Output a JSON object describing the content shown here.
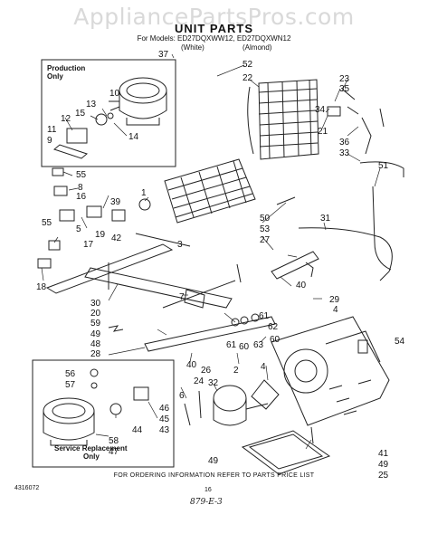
{
  "watermark": "AppliancePartsPros.com",
  "header": {
    "title": "UNIT PARTS",
    "models": "For Models: ED27DQXWW12, ED27DQXWN12",
    "variant_left": "(White)",
    "variant_right": "(Almond)"
  },
  "boxes": {
    "production": [
      "Production",
      "Only"
    ],
    "service": [
      "Service Replacement",
      "Only"
    ]
  },
  "callouts": [
    {
      "id": "c37",
      "text": "37"
    },
    {
      "id": "c52",
      "text": "52"
    },
    {
      "id": "c22",
      "text": "22"
    },
    {
      "id": "c23",
      "text": "23"
    },
    {
      "id": "c35",
      "text": "35"
    },
    {
      "id": "c10",
      "text": "10"
    },
    {
      "id": "c13",
      "text": "13"
    },
    {
      "id": "c15",
      "text": "15"
    },
    {
      "id": "c12",
      "text": "12"
    },
    {
      "id": "c34",
      "text": "34"
    },
    {
      "id": "c21",
      "text": "21"
    },
    {
      "id": "c11",
      "text": "11"
    },
    {
      "id": "c14",
      "text": "14"
    },
    {
      "id": "c36",
      "text": "36"
    },
    {
      "id": "c9",
      "text": "9"
    },
    {
      "id": "c33",
      "text": "33"
    },
    {
      "id": "c51",
      "text": "51"
    },
    {
      "id": "c55a",
      "text": "55"
    },
    {
      "id": "c8",
      "text": "8"
    },
    {
      "id": "c16",
      "text": "16"
    },
    {
      "id": "c39",
      "text": "39"
    },
    {
      "id": "c1",
      "text": "1"
    },
    {
      "id": "c31",
      "text": "31"
    },
    {
      "id": "c55b",
      "text": "55"
    },
    {
      "id": "c5",
      "text": "5"
    },
    {
      "id": "c17",
      "text": "17"
    },
    {
      "id": "c19",
      "text": "19"
    },
    {
      "id": "c42",
      "text": "42"
    },
    {
      "id": "c3",
      "text": "3"
    },
    {
      "id": "c50",
      "text": "50"
    },
    {
      "id": "c53",
      "text": "53"
    },
    {
      "id": "c27",
      "text": "27"
    },
    {
      "id": "c18",
      "text": "18"
    },
    {
      "id": "c7",
      "text": "7"
    },
    {
      "id": "c40a",
      "text": "40"
    },
    {
      "id": "c29",
      "text": "29"
    },
    {
      "id": "c4a",
      "text": "4"
    },
    {
      "id": "c30",
      "text": "30"
    },
    {
      "id": "c20",
      "text": "20"
    },
    {
      "id": "c59",
      "text": "59"
    },
    {
      "id": "c61a",
      "text": "61"
    },
    {
      "id": "c62",
      "text": "62"
    },
    {
      "id": "c49a",
      "text": "49"
    },
    {
      "id": "c48",
      "text": "48"
    },
    {
      "id": "c28",
      "text": "28"
    },
    {
      "id": "c61b",
      "text": "61"
    },
    {
      "id": "c60a",
      "text": "60"
    },
    {
      "id": "c63",
      "text": "63"
    },
    {
      "id": "c60b",
      "text": "60"
    },
    {
      "id": "c54",
      "text": "54"
    },
    {
      "id": "c40b",
      "text": "40"
    },
    {
      "id": "c26",
      "text": "26"
    },
    {
      "id": "c56",
      "text": "56"
    },
    {
      "id": "c24",
      "text": "24"
    },
    {
      "id": "c57",
      "text": "57"
    },
    {
      "id": "c2",
      "text": "2"
    },
    {
      "id": "c4b",
      "text": "4"
    },
    {
      "id": "c6",
      "text": "6"
    },
    {
      "id": "c32",
      "text": "32"
    },
    {
      "id": "c46",
      "text": "46"
    },
    {
      "id": "c45",
      "text": "45"
    },
    {
      "id": "c44",
      "text": "44"
    },
    {
      "id": "c43",
      "text": "43"
    },
    {
      "id": "c58",
      "text": "58"
    },
    {
      "id": "c47",
      "text": "47"
    },
    {
      "id": "c49b",
      "text": "49"
    },
    {
      "id": "c41",
      "text": "41"
    },
    {
      "id": "c49c",
      "text": "49"
    },
    {
      "id": "c25",
      "text": "25"
    }
  ],
  "footer": {
    "ordering": "FOR ORDERING INFORMATION REFER TO PARTS PRICE LIST",
    "doc_number": "4316072",
    "page": "16",
    "handwritten": "879-E-3"
  }
}
